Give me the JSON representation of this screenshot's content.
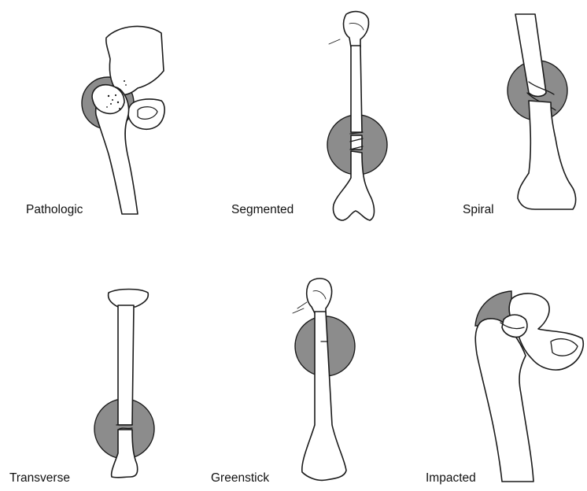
{
  "colors": {
    "highlight": "#8c8c8c",
    "bone_fill": "#ffffff",
    "outline": "#1a1a1a",
    "label_text": "#111111"
  },
  "fractures": [
    {
      "label": "Pathologic",
      "icon": "proximal-femur-hip-joint"
    },
    {
      "label": "Segmented",
      "icon": "long-bone-segmented"
    },
    {
      "label": "Spiral",
      "icon": "long-bone-spiral"
    },
    {
      "label": "Transverse",
      "icon": "long-bone-transverse"
    },
    {
      "label": "Greenstick",
      "icon": "long-bone-greenstick"
    },
    {
      "label": "Impacted",
      "icon": "proximal-femur-impacted"
    }
  ]
}
